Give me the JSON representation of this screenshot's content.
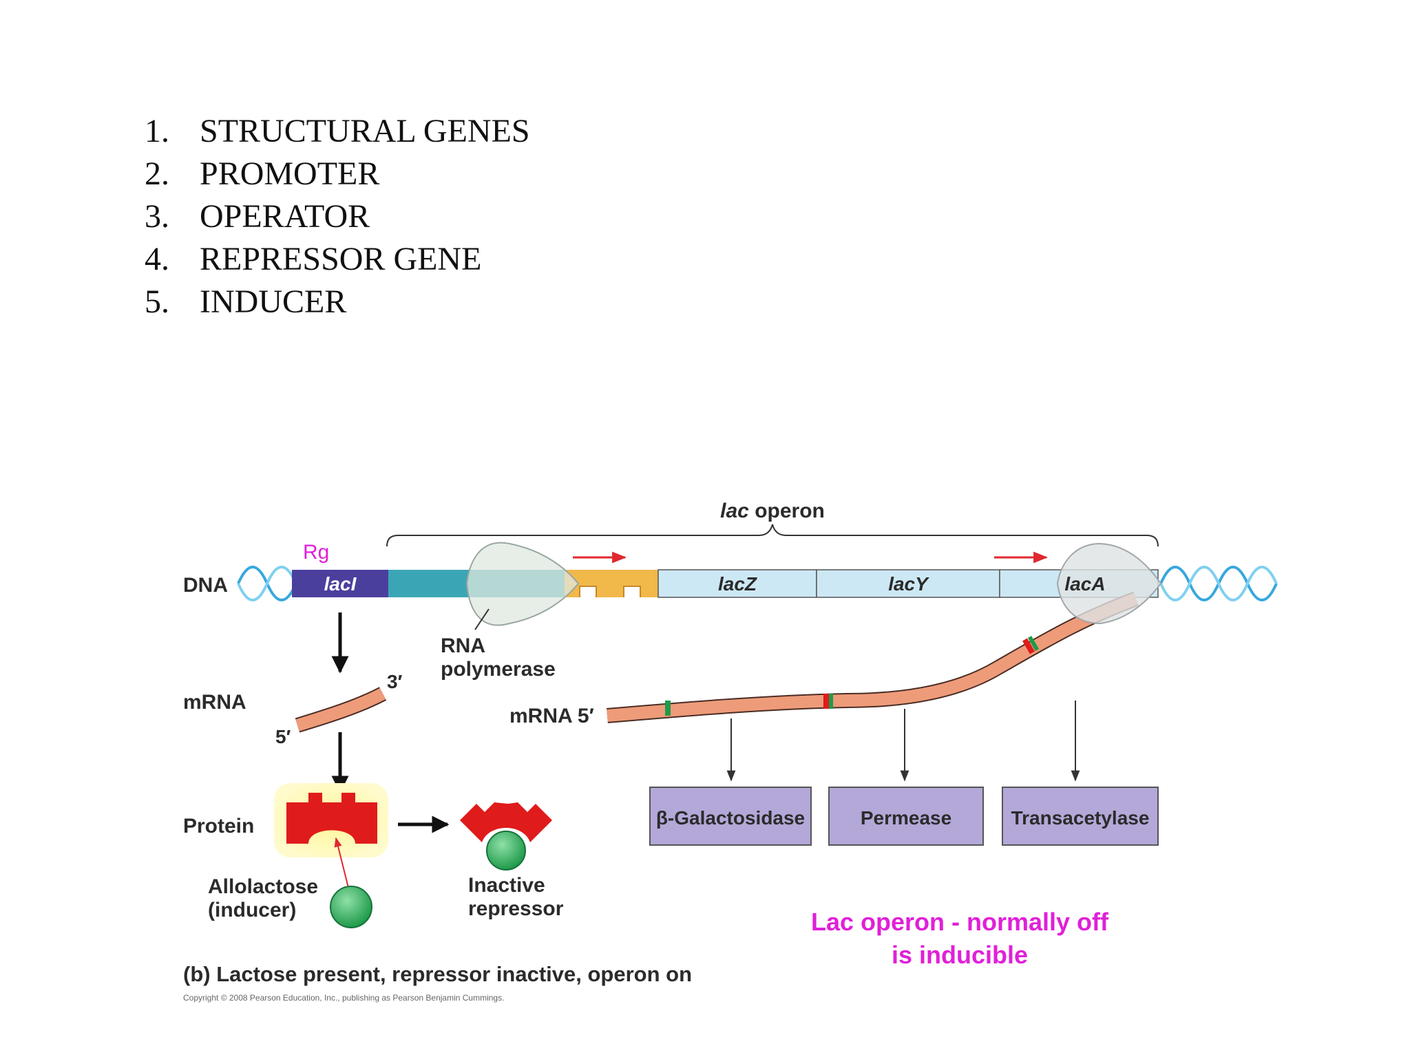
{
  "list": {
    "items": [
      {
        "num": "1.",
        "text": "STRUCTURAL GENES"
      },
      {
        "num": "2.",
        "text": "PROMOTER"
      },
      {
        "num": "3.",
        "text": "OPERATOR"
      },
      {
        "num": "4.",
        "text": "REPRESSOR GENE"
      },
      {
        "num": "5.",
        "text": "INDUCER"
      }
    ]
  },
  "diagram": {
    "operon_label_italic": "lac",
    "operon_label_rest": " operon",
    "rg_label": "Rg",
    "dna_label": "DNA",
    "laci": "lacI",
    "lacz": "lacZ",
    "lacy": "lacY",
    "laca": "lacA",
    "rna_polymerase_line1": "RNA",
    "rna_polymerase_line2": "polymerase",
    "mrna_label": "mRNA",
    "mrna_5_label": "mRNA 5′",
    "three_prime": "3′",
    "five_prime": "5′",
    "protein_label": "Protein",
    "allolactose_line1": "Allolactose",
    "allolactose_line2": "(inducer)",
    "inactive_line1": "Inactive",
    "inactive_line2": "repressor",
    "enzyme1": "β-Galactosidase",
    "enzyme2": "Permease",
    "enzyme3": "Transacetylase",
    "note_line1": "Lac operon - normally off",
    "note_line2": "is  inducible",
    "caption": "(b) Lactose present, repressor inactive, operon on",
    "copyright": "Copyright © 2008 Pearson Education, Inc., publishing as Pearson Benjamin Cummings."
  },
  "colors": {
    "laci": "#4b3f9e",
    "promoter": "#3aa6b5",
    "operator": "#f1b84a",
    "gene": "#cde8f5",
    "mrna": "#ee9b7a",
    "repressor": "#e01b1b",
    "inducer": "#1f9a4a",
    "enzyme_box": "#b4a8d8",
    "note": "#e020d8"
  }
}
